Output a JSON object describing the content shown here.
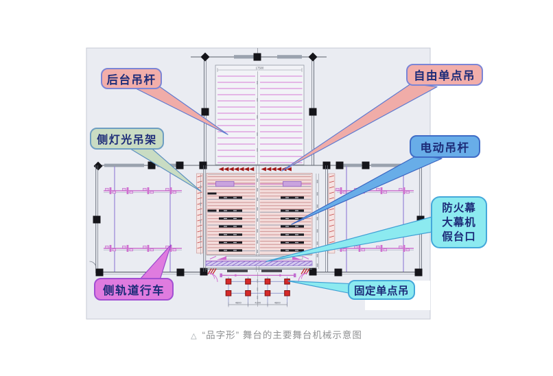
{
  "caption": {
    "marker": "△",
    "text": "“品字形” 舞台的主要舞台机械示意图"
  },
  "labels": {
    "backstage_batten": {
      "text": "后台吊杆",
      "fill": "#f2aeaa",
      "border": "#7b85d6"
    },
    "side_lighting_rig": {
      "text": "侧灯光吊架",
      "fill": "#c9dcc3",
      "border": "#6e9ec2"
    },
    "free_single_point_hoist": {
      "text": "自由单点吊",
      "fill": "#f2aeaa",
      "border": "#7b85d6"
    },
    "electric_batten": {
      "text": "电动吊杆",
      "fill": "#68ade8",
      "border": "#3f6cc6"
    },
    "fire_curtain_group": {
      "lines": [
        "防火幕",
        "大幕机",
        "假台口"
      ],
      "fill": "#8ceaf0",
      "border": "#44a8da"
    },
    "side_track_trolley": {
      "text": "侧轨道行车",
      "fill": "#df7bdf",
      "border": "#a14fd2"
    },
    "fixed_single_point_hoist": {
      "text": "固定单点吊",
      "fill": "#8ceaf0",
      "border": "#44a8da"
    }
  },
  "dimensions": {
    "rear_stage_width": "17500",
    "apron_spans": [
      "4800",
      "4200",
      "4800"
    ]
  },
  "colors": {
    "drawing_background": "#eaecf2",
    "batten_magenta": "#d678d6",
    "stage_pink_fill": "#f3dcdb",
    "hoist_red": "#d42a2a",
    "arrow_dark_red": "#a21616",
    "text_navy": "#1c2b78"
  }
}
